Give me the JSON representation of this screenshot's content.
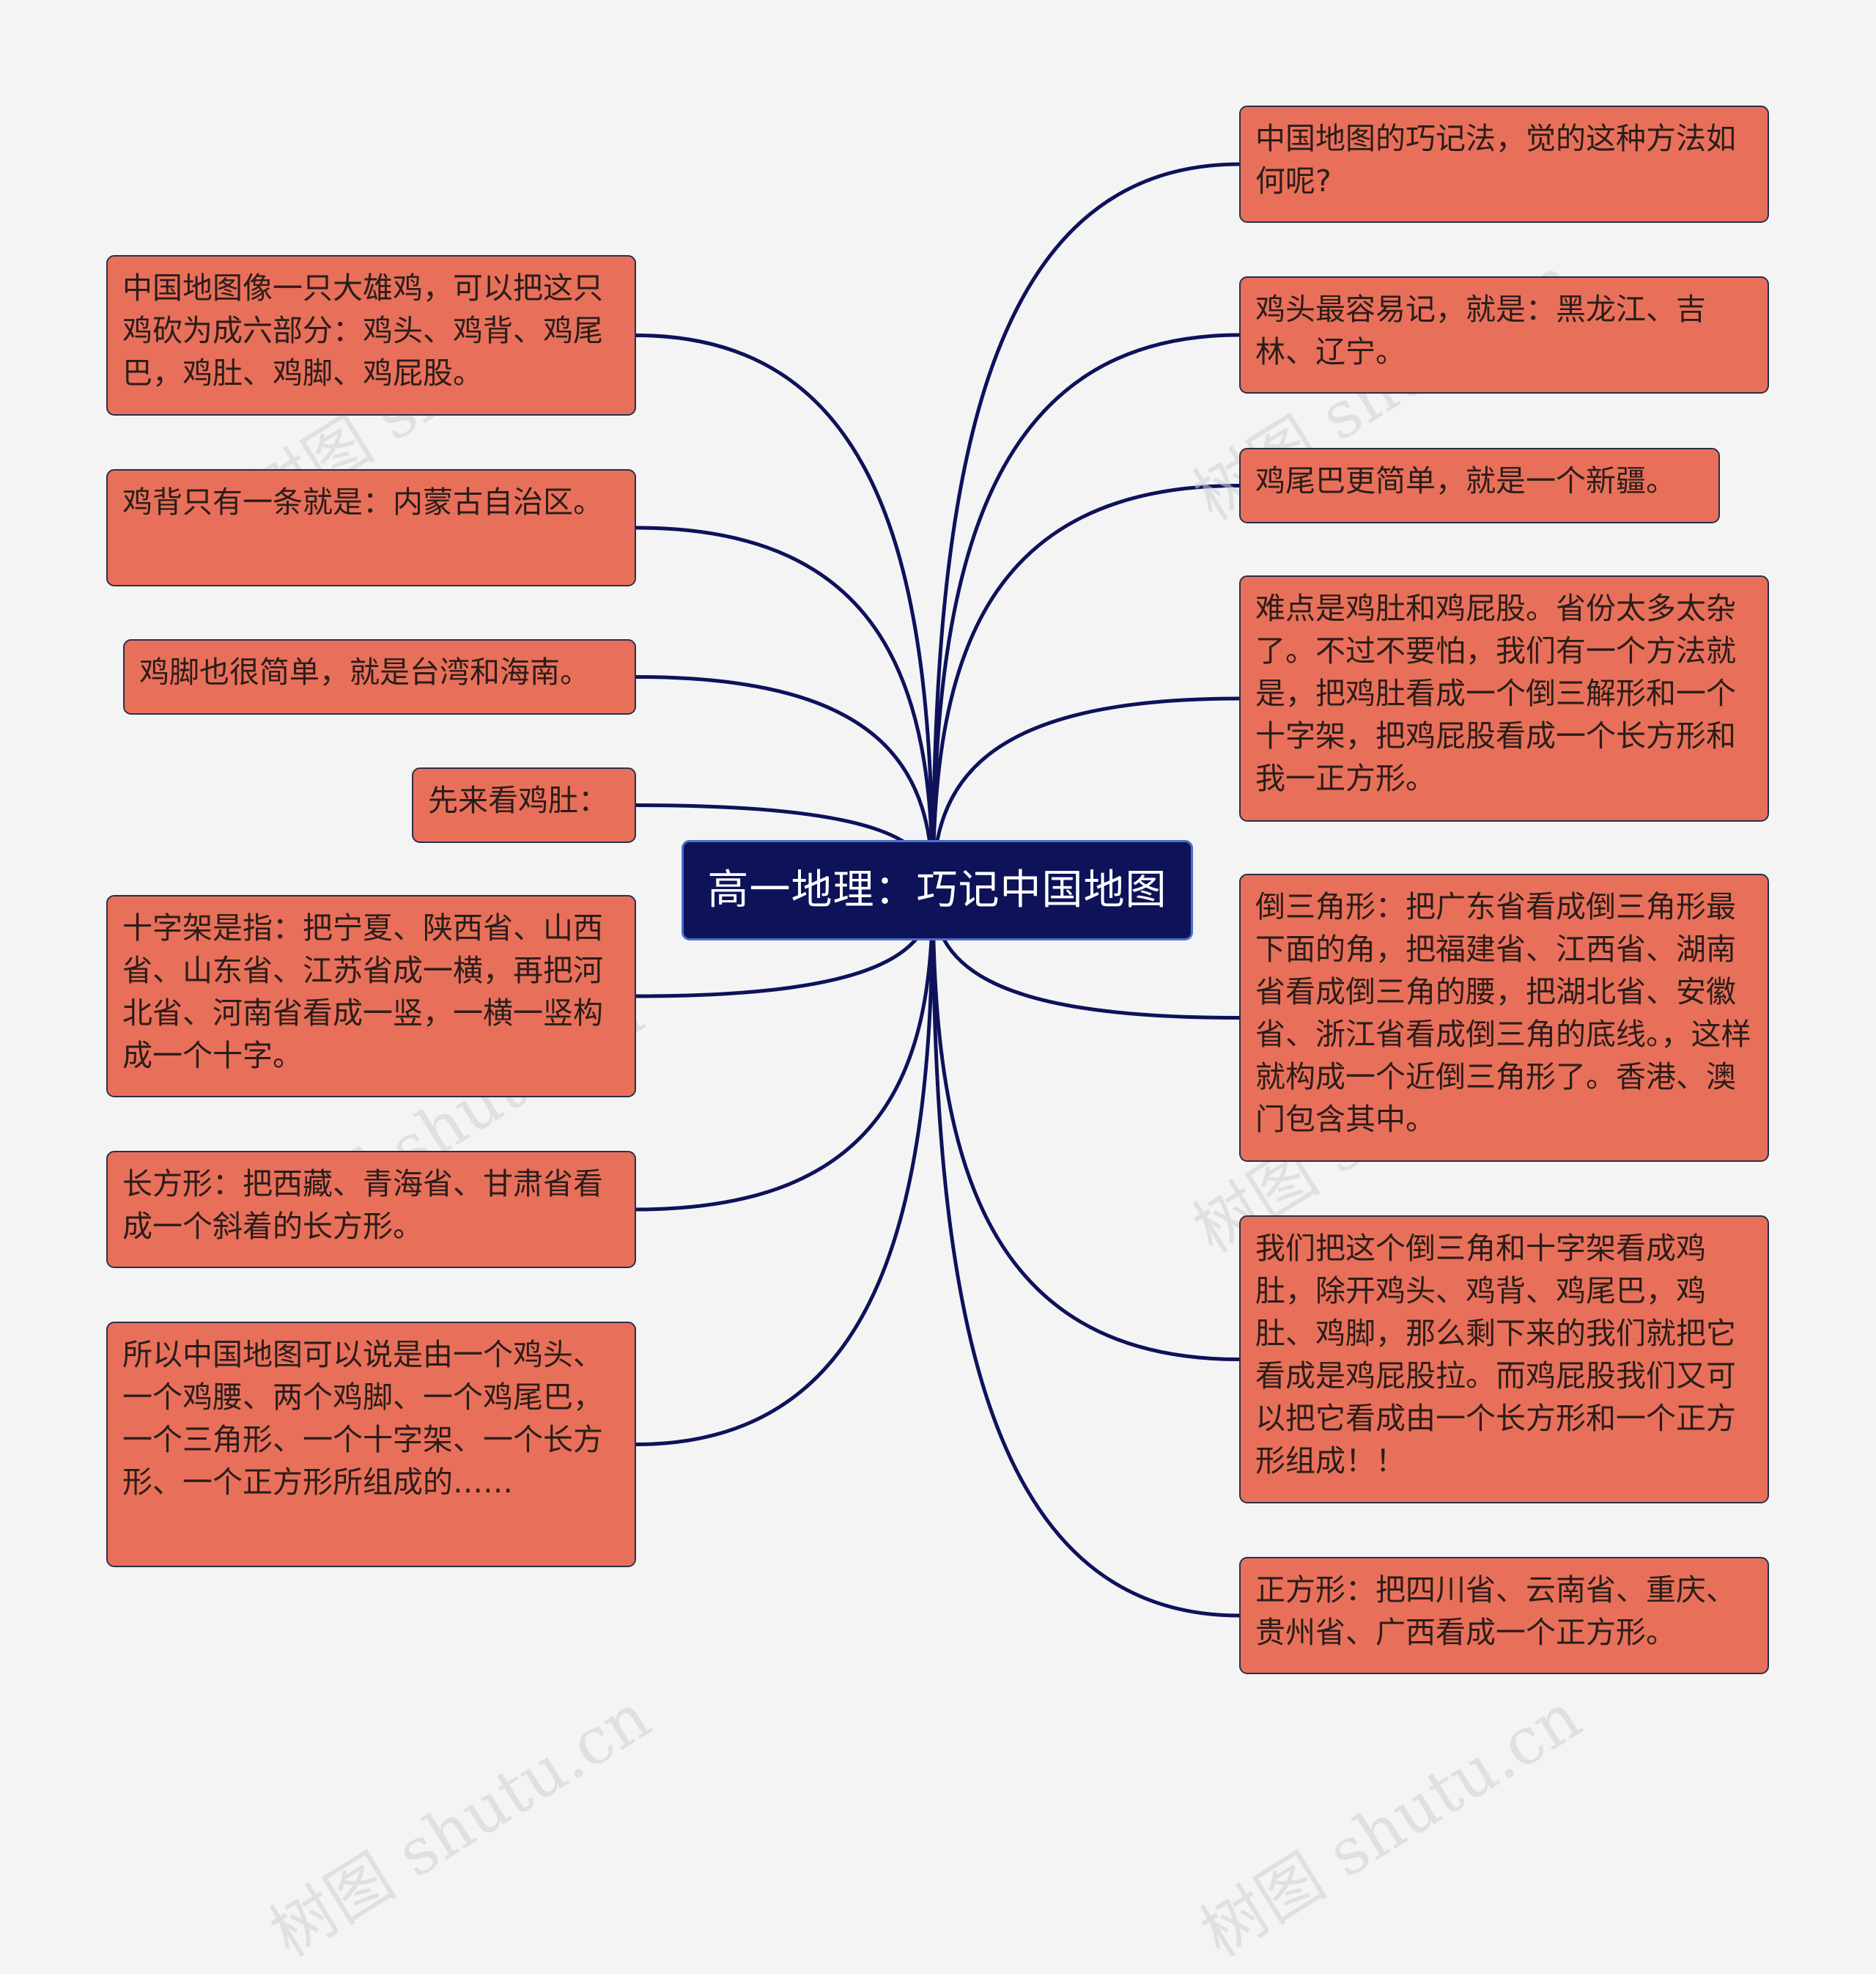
{
  "root": "高一地理：巧记中国地图",
  "left_nodes": [
    "中国地图像一只大雄鸡，可以把这只鸡砍为成六部分：鸡头、鸡背、鸡尾巴，鸡肚、鸡脚、鸡屁股。",
    "鸡背只有一条就是：内蒙古自治区。",
    "鸡脚也很简单，就是台湾和海南。",
    "先来看鸡肚：",
    "十字架是指：把宁夏、陕西省、山西省、山东省、江苏省成一横，再把河北省、河南省看成一竖，一横一竖构成一个十字。",
    "长方形：把西藏、青海省、甘肃省看成一个斜着的长方形。",
    "所以中国地图可以说是由一个鸡头、一个鸡腰、两个鸡脚、一个鸡尾巴，一个三角形、一个十字架、一个长方形、一个正方形所组成的……"
  ],
  "right_nodes": [
    "中国地图的巧记法，觉的这种方法如何呢?",
    "鸡头最容易记，就是：黑龙江、吉林、辽宁。",
    "鸡尾巴更简单，就是一个新疆。",
    "难点是鸡肚和鸡屁股。省份太多太杂了。不过不要怕，我们有一个方法就是，把鸡肚看成一个倒三解形和一个十字架，把鸡屁股看成一个长方形和我一正方形。",
    "倒三角形：把广东省看成倒三角形最下面的角，把福建省、江西省、湖南省看成倒三角的腰，把湖北省、安徽省、浙江省看成倒三角的底线。，这样就构成一个近倒三角形了。香港、澳门包含其中。",
    "我们把这个倒三角和十字架看成鸡肚，除开鸡头、鸡背、鸡尾巴，鸡肚、鸡脚，那么剩下来的我们就把它看成是鸡屁股拉。而鸡屁股我们又可以把它看成由一个长方形和一个正方形组成！！",
    "正方形：把四川省、云南省、重庆、贵州省、广西看成一个正方形。"
  ],
  "watermark": "树图 shutu.cn",
  "colors": {
    "background": "#f4f4f5",
    "node_fill": "#e8705a",
    "node_border": "#2a2f48",
    "root_fill": "#0e1259",
    "root_border": "#4c6fc9",
    "connector": "#0e1259"
  }
}
